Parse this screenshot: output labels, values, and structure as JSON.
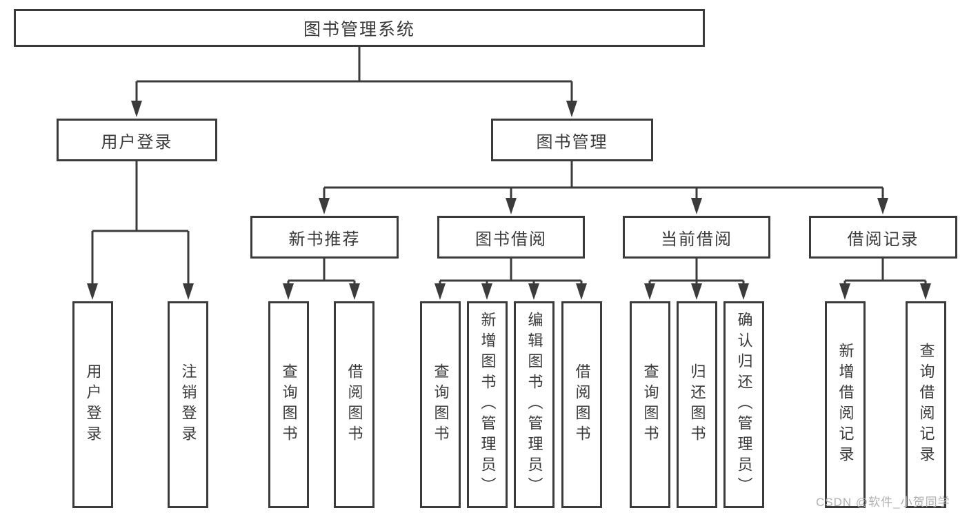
{
  "colors": {
    "line": "#3b3b3b",
    "box_border": "#3b3b3b",
    "text": "#3a3a3a",
    "watermark": "#b0b0b0",
    "background": "#ffffff"
  },
  "watermark": {
    "text": "CSDN @软件_小贺同学"
  },
  "diagram": {
    "type": "tree",
    "root": {
      "label": "图书管理系统"
    },
    "level2": [
      {
        "label": "用户登录",
        "children": [
          {
            "label": "用户登录"
          },
          {
            "label": "注销登录"
          }
        ]
      },
      {
        "label": "图书管理",
        "children": [
          {
            "label": "新书推荐",
            "children": [
              {
                "label": "查询图书"
              },
              {
                "label": "借阅图书"
              }
            ]
          },
          {
            "label": "图书借阅",
            "children": [
              {
                "label": "查询图书"
              },
              {
                "label": "新增图书（管理员）"
              },
              {
                "label": "编辑图书（管理员）"
              },
              {
                "label": "借阅图书"
              }
            ]
          },
          {
            "label": "当前借阅",
            "children": [
              {
                "label": "查询图书"
              },
              {
                "label": "归还图书"
              },
              {
                "label": "确认归还（管理员）"
              }
            ]
          },
          {
            "label": "借阅记录",
            "children": [
              {
                "label": "新增借阅记录"
              },
              {
                "label": "查询借阅记录"
              }
            ]
          }
        ]
      }
    ]
  }
}
